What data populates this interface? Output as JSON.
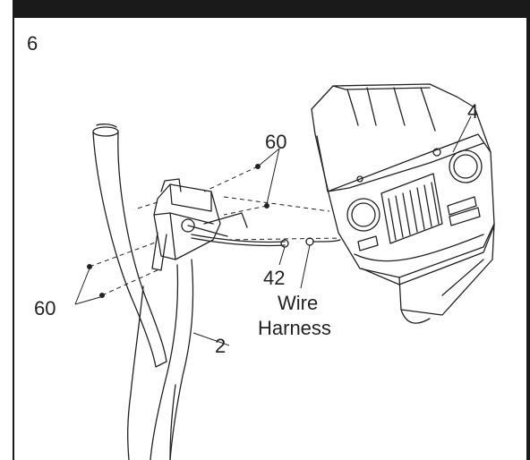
{
  "step_number": "6",
  "callouts": {
    "console": "4",
    "screws_upper": "60",
    "screws_lower": "60",
    "connector": "42",
    "wire_line1": "Wire",
    "wire_line2": "Harness",
    "upright": "2"
  },
  "colors": {
    "line": "#222222",
    "frame": "#1a1a1a",
    "background": "#ffffff"
  }
}
